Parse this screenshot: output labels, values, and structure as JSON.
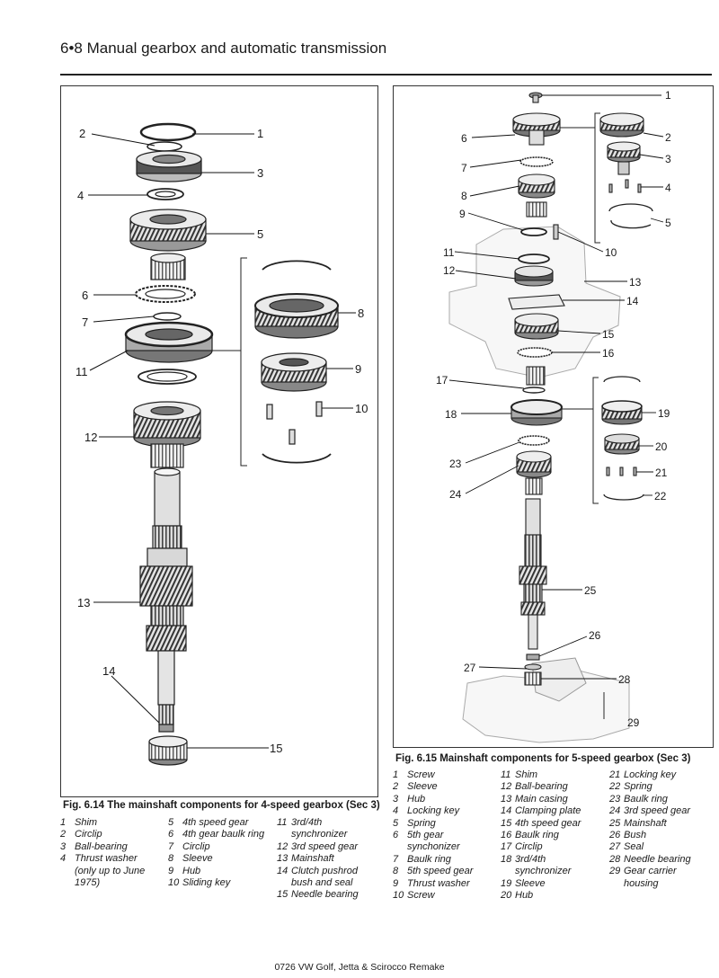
{
  "header": {
    "title": "6•8 Manual gearbox and automatic transmission"
  },
  "figure_left": {
    "caption": "Fig. 6.14 The mainshaft components for 4-speed gearbox (Sec 3)",
    "callouts": [
      "1",
      "2",
      "3",
      "4",
      "5",
      "6",
      "7",
      "8",
      "9",
      "10",
      "11",
      "12",
      "13",
      "14",
      "15"
    ],
    "legend": [
      [
        {
          "n": "1",
          "t": [
            "Shim"
          ]
        },
        {
          "n": "2",
          "t": [
            "Circlip"
          ]
        },
        {
          "n": "3",
          "t": [
            "Ball-bearing"
          ]
        },
        {
          "n": "4",
          "t": [
            "Thrust washer",
            "(only up to June",
            "1975)"
          ]
        }
      ],
      [
        {
          "n": "5",
          "t": [
            "4th speed gear"
          ]
        },
        {
          "n": "6",
          "t": [
            "4th gear baulk ring"
          ]
        },
        {
          "n": "7",
          "t": [
            "Circlip"
          ]
        },
        {
          "n": "8",
          "t": [
            "Sleeve"
          ]
        },
        {
          "n": "9",
          "t": [
            "Hub"
          ]
        },
        {
          "n": "10",
          "t": [
            "Sliding key"
          ]
        }
      ],
      [
        {
          "n": "11",
          "t": [
            "3rd/4th",
            "synchronizer"
          ]
        },
        {
          "n": "12",
          "t": [
            "3rd speed gear"
          ]
        },
        {
          "n": "13",
          "t": [
            "Mainshaft"
          ]
        },
        {
          "n": "14",
          "t": [
            "Clutch pushrod",
            "bush and seal"
          ]
        },
        {
          "n": "15",
          "t": [
            "Needle bearing"
          ]
        }
      ]
    ]
  },
  "figure_right": {
    "caption": "Fig. 6.15 Mainshaft components for 5-speed gearbox (Sec 3)",
    "callouts": [
      "1",
      "2",
      "3",
      "4",
      "5",
      "6",
      "7",
      "8",
      "9",
      "10",
      "11",
      "12",
      "13",
      "14",
      "15",
      "16",
      "17",
      "18",
      "19",
      "20",
      "21",
      "22",
      "23",
      "24",
      "25",
      "26",
      "27",
      "28",
      "29"
    ],
    "legend": [
      [
        {
          "n": "1",
          "t": [
            "Screw"
          ]
        },
        {
          "n": "2",
          "t": [
            "Sleeve"
          ]
        },
        {
          "n": "3",
          "t": [
            "Hub"
          ]
        },
        {
          "n": "4",
          "t": [
            "Locking key"
          ]
        },
        {
          "n": "5",
          "t": [
            "Spring"
          ]
        },
        {
          "n": "6",
          "t": [
            "5th gear",
            "synchonizer"
          ]
        },
        {
          "n": "7",
          "t": [
            "Baulk ring"
          ]
        },
        {
          "n": "8",
          "t": [
            "5th speed gear"
          ]
        },
        {
          "n": "9",
          "t": [
            "Thrust washer"
          ]
        },
        {
          "n": "10",
          "t": [
            "Screw"
          ]
        }
      ],
      [
        {
          "n": "11",
          "t": [
            "Shim"
          ]
        },
        {
          "n": "12",
          "t": [
            "Ball-bearing"
          ]
        },
        {
          "n": "13",
          "t": [
            "Main casing"
          ]
        },
        {
          "n": "14",
          "t": [
            "Clamping plate"
          ]
        },
        {
          "n": "15",
          "t": [
            "4th speed gear"
          ]
        },
        {
          "n": "16",
          "t": [
            "Baulk ring"
          ]
        },
        {
          "n": "17",
          "t": [
            "Circlip"
          ]
        },
        {
          "n": "18",
          "t": [
            "3rd/4th",
            "synchronizer"
          ]
        },
        {
          "n": "19",
          "t": [
            "Sleeve"
          ]
        },
        {
          "n": "20",
          "t": [
            "Hub"
          ]
        }
      ],
      [
        {
          "n": "21",
          "t": [
            "Locking key"
          ]
        },
        {
          "n": "22",
          "t": [
            "Spring"
          ]
        },
        {
          "n": "23",
          "t": [
            "Baulk ring"
          ]
        },
        {
          "n": "24",
          "t": [
            "3rd speed gear"
          ]
        },
        {
          "n": "25",
          "t": [
            "Mainshaft"
          ]
        },
        {
          "n": "26",
          "t": [
            "Bush"
          ]
        },
        {
          "n": "27",
          "t": [
            "Seal"
          ]
        },
        {
          "n": "28",
          "t": [
            "Needle bearing"
          ]
        },
        {
          "n": "29",
          "t": [
            "Gear carrier",
            "housing"
          ]
        }
      ]
    ]
  },
  "footer": {
    "text": "0726 VW Golf, Jetta & Scirocco Remake"
  }
}
